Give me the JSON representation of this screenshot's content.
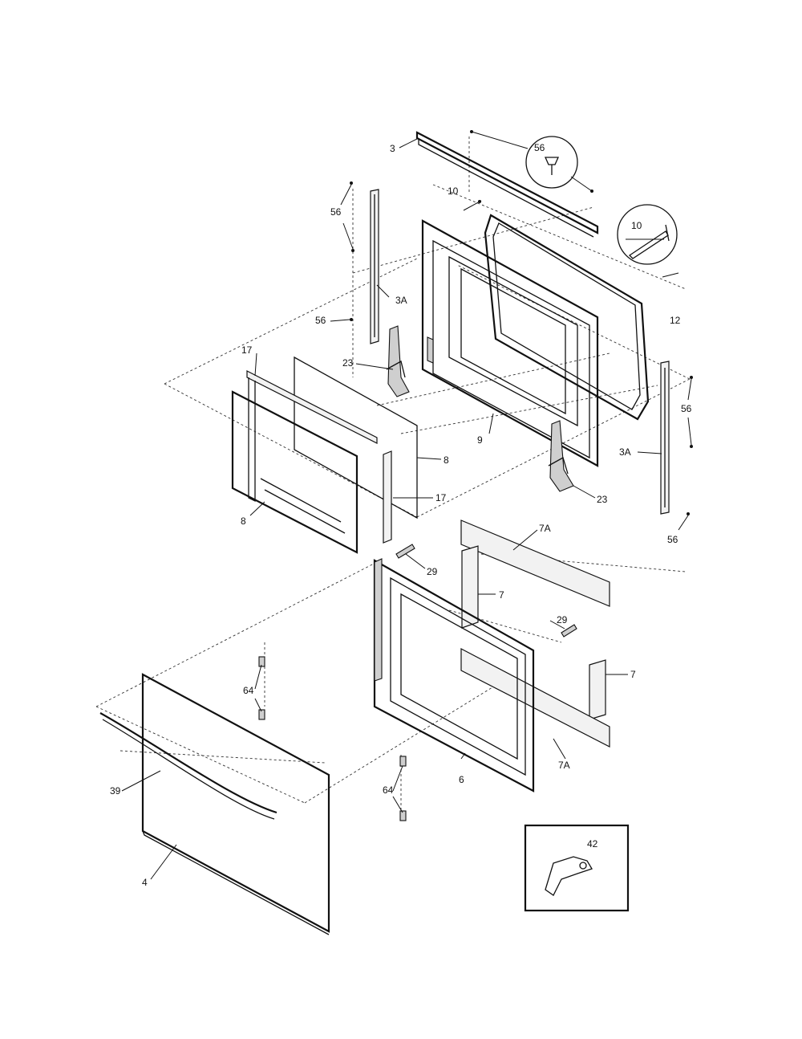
{
  "callouts": {
    "c3": "3",
    "c56_top_circle": "56",
    "c10_upper": "10",
    "c10_circle": "10",
    "c56_left_top": "56",
    "c3A_left": "3A",
    "c56_left_mid": "56",
    "c12": "12",
    "c17_top": "17",
    "c23_left": "23",
    "c56_right_mid": "56",
    "c9": "9",
    "c8_right": "8",
    "c3A_right": "3A",
    "c17_mid": "17",
    "c23_right": "23",
    "c8_left": "8",
    "c56_right_bottom": "56",
    "c7A_top": "7A",
    "c29_upper": "29",
    "c7_upper": "7",
    "c29_right": "29",
    "c7_right": "7",
    "c64_upper": "64",
    "c7A_bottom": "7A",
    "c39": "39",
    "c6": "6",
    "c64_lower": "64",
    "c42": "42",
    "c4": "4"
  }
}
